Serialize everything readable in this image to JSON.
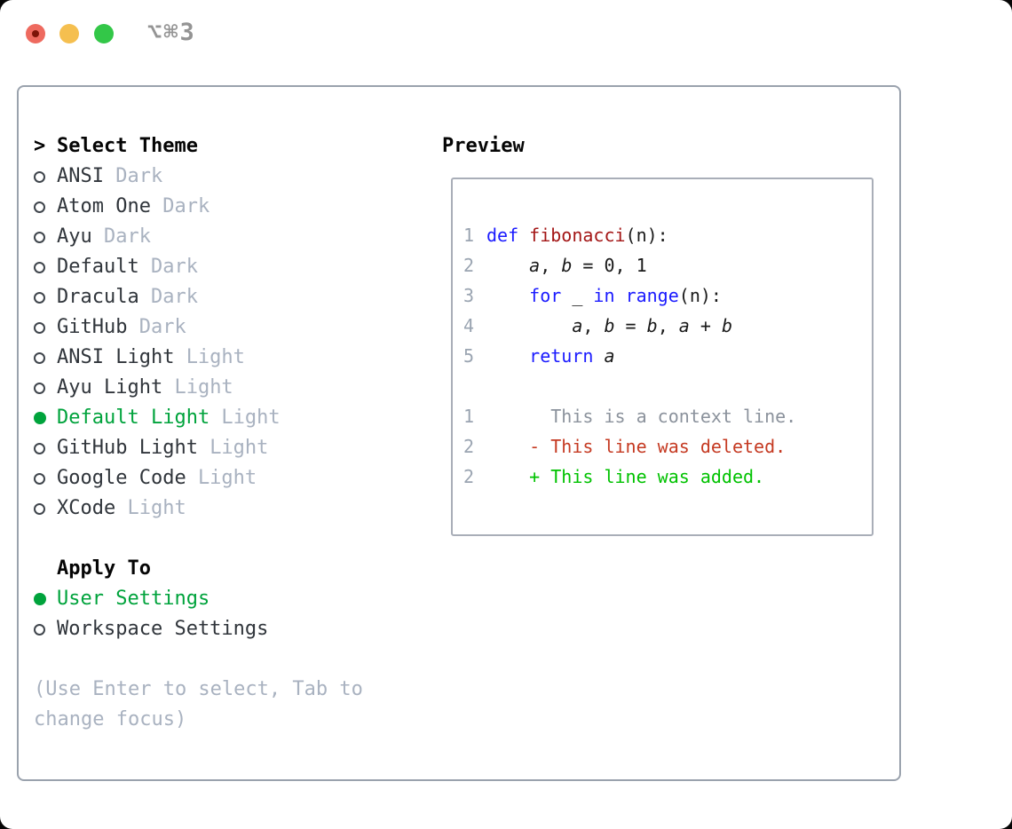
{
  "window": {
    "shortcut": "⌥⌘3"
  },
  "theme_selector": {
    "title_prefix": ">",
    "title": "Select Theme",
    "themes": [
      {
        "name": "ANSI",
        "variant": "Dark",
        "selected": false
      },
      {
        "name": "Atom One",
        "variant": "Dark",
        "selected": false
      },
      {
        "name": "Ayu",
        "variant": "Dark",
        "selected": false
      },
      {
        "name": "Default",
        "variant": "Dark",
        "selected": false
      },
      {
        "name": "Dracula",
        "variant": "Dark",
        "selected": false
      },
      {
        "name": "GitHub",
        "variant": "Dark",
        "selected": false
      },
      {
        "name": "ANSI Light",
        "variant": "Light",
        "selected": false
      },
      {
        "name": "Ayu Light",
        "variant": "Light",
        "selected": false
      },
      {
        "name": "Default Light",
        "variant": "Light",
        "selected": true
      },
      {
        "name": "GitHub Light",
        "variant": "Light",
        "selected": false
      },
      {
        "name": "Google Code",
        "variant": "Light",
        "selected": false
      },
      {
        "name": "XCode",
        "variant": "Light",
        "selected": false
      }
    ],
    "apply_to": {
      "title": "Apply To",
      "options": [
        {
          "name": "User Settings",
          "selected": true
        },
        {
          "name": "Workspace Settings",
          "selected": false
        }
      ]
    },
    "hint": "(Use Enter to select, Tab to\nchange focus)"
  },
  "preview": {
    "title": "Preview",
    "code_lines": [
      {
        "num": "1",
        "segments": [
          {
            "t": "def",
            "c": "keyword"
          },
          {
            "t": " "
          },
          {
            "t": "fibonacci",
            "c": "function"
          },
          {
            "t": "(n):"
          }
        ]
      },
      {
        "num": "2",
        "segments": [
          {
            "t": "    "
          },
          {
            "t": "a",
            "c": "variable"
          },
          {
            "t": ", "
          },
          {
            "t": "b",
            "c": "variable"
          },
          {
            "t": " = 0, 1"
          }
        ]
      },
      {
        "num": "3",
        "segments": [
          {
            "t": "    "
          },
          {
            "t": "for",
            "c": "keyword"
          },
          {
            "t": " _ "
          },
          {
            "t": "in",
            "c": "keyword"
          },
          {
            "t": " "
          },
          {
            "t": "range",
            "c": "keyword"
          },
          {
            "t": "(n):"
          }
        ]
      },
      {
        "num": "4",
        "segments": [
          {
            "t": "        "
          },
          {
            "t": "a",
            "c": "variable"
          },
          {
            "t": ", "
          },
          {
            "t": "b",
            "c": "variable"
          },
          {
            "t": " = "
          },
          {
            "t": "b",
            "c": "variable"
          },
          {
            "t": ", "
          },
          {
            "t": "a",
            "c": "variable"
          },
          {
            "t": " + "
          },
          {
            "t": "b",
            "c": "variable"
          }
        ]
      },
      {
        "num": "5",
        "segments": [
          {
            "t": "    "
          },
          {
            "t": "return",
            "c": "keyword"
          },
          {
            "t": " "
          },
          {
            "t": "a",
            "c": "variable"
          }
        ]
      }
    ],
    "diff_lines": [
      {
        "num": "1",
        "kind": "context",
        "text": "      This is a context line."
      },
      {
        "num": "2",
        "kind": "deleted",
        "text": "    - This line was deleted."
      },
      {
        "num": "2",
        "kind": "added",
        "text": "    + This line was added."
      }
    ]
  },
  "colors": {
    "sel_green": "#00a33c",
    "added_green": "#00c200",
    "deleted_red": "#c53a22",
    "context_gray": "#8b929c",
    "keyword_blue": "#1a1aff",
    "function_red": "#a31515",
    "code_text": "#1a1a1a",
    "linenum_gray": "#9aa4b1",
    "muted_gray": "#a9b2c0",
    "text_dark": "#30353b",
    "box_border": "#9aa2ad",
    "preview_border": "#a9aeb8",
    "radio_ring": "#3f454c",
    "traffic_red": "#ee6a5f",
    "traffic_red_dot": "#7d1408",
    "traffic_yellow": "#f5bf4f",
    "traffic_green": "#33c748",
    "shortcut_gray": "#949494"
  }
}
